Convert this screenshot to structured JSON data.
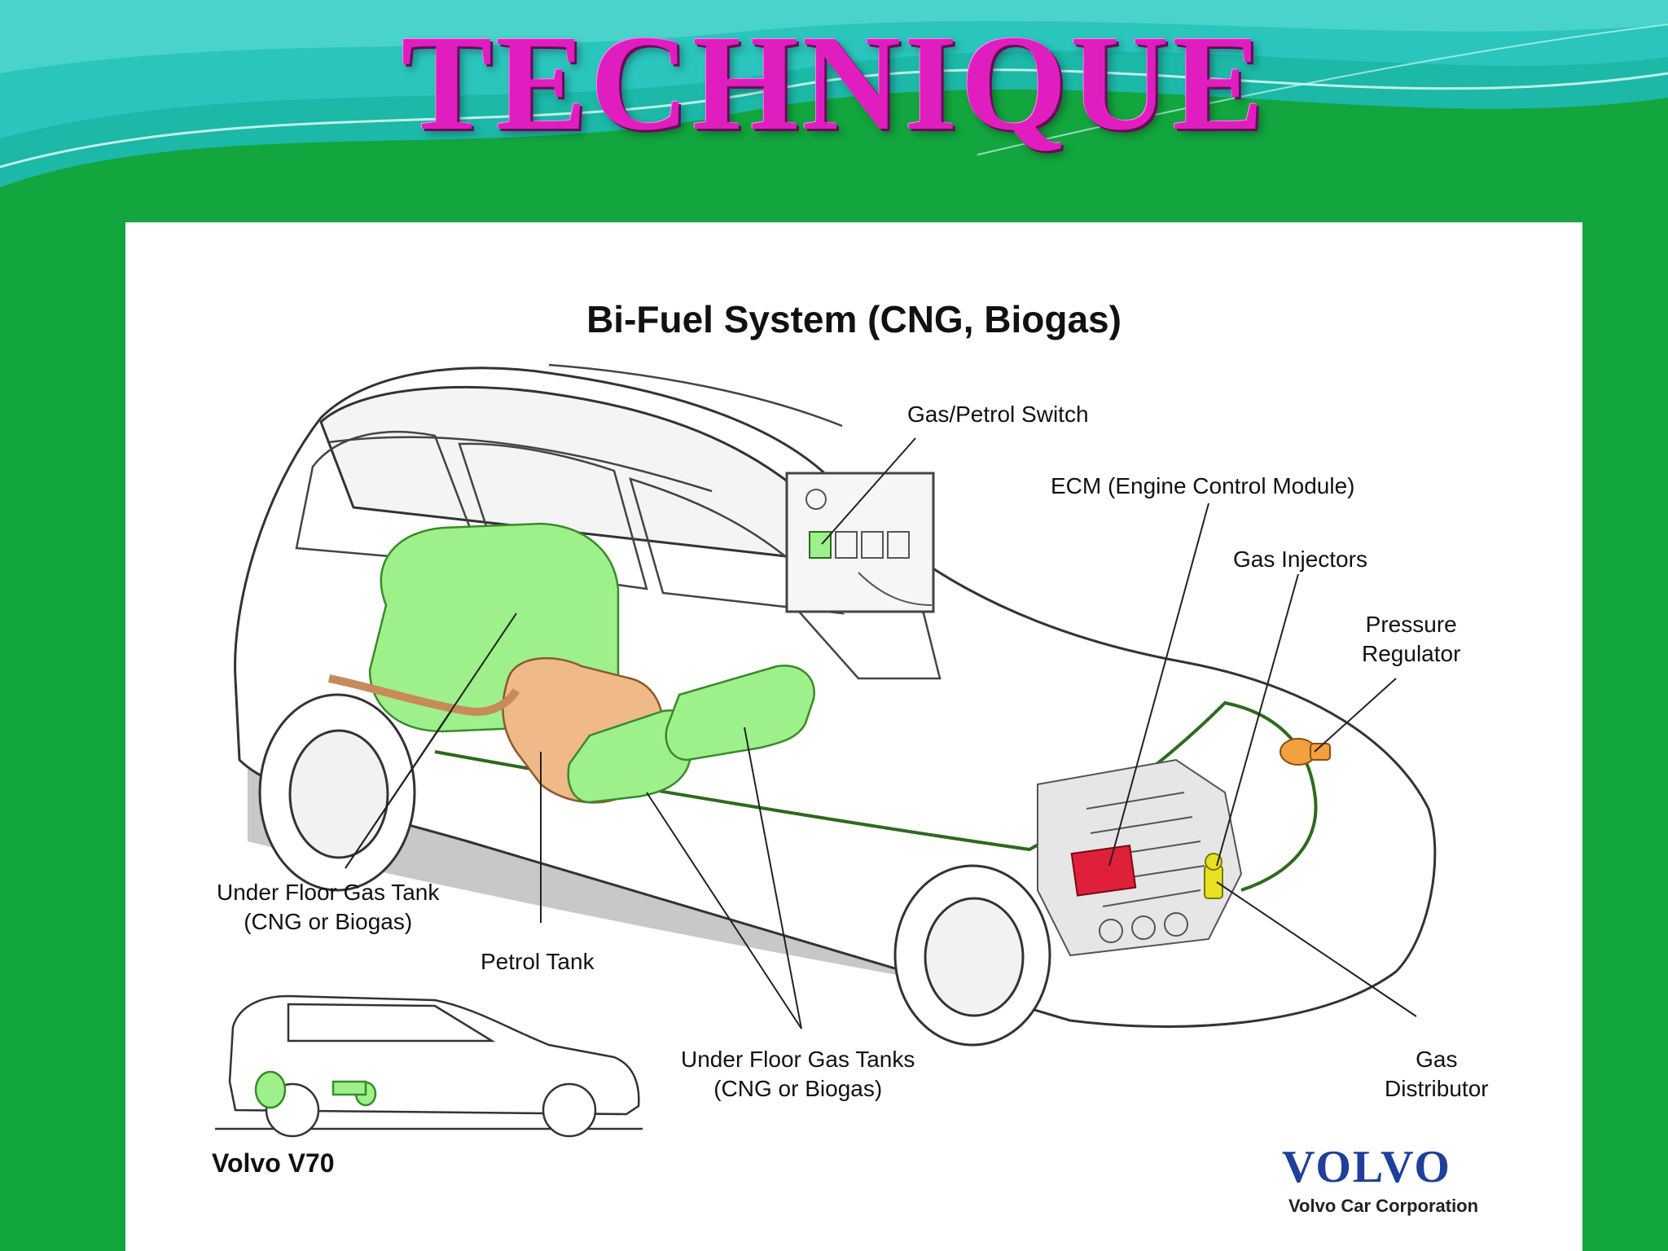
{
  "slide": {
    "title": "TECHNIQUE"
  },
  "diagram": {
    "title": "Bi-Fuel System (CNG, Biogas)",
    "labels": {
      "gas_petrol_switch": "Gas/Petrol Switch",
      "ecm": "ECM (Engine Control Module)",
      "gas_injectors": "Gas Injectors",
      "pressure_regulator_line1": "Pressure",
      "pressure_regulator_line2": "Regulator",
      "under_floor_tank_line1": "Under Floor Gas Tank",
      "under_floor_tank_line2": "(CNG or Biogas)",
      "petrol_tank": "Petrol Tank",
      "under_floor_tanks_line1": "Under Floor Gas Tanks",
      "under_floor_tanks_line2": "(CNG or Biogas)",
      "gas_distributor_line1": "Gas",
      "gas_distributor_line2": "Distributor"
    },
    "model": "Volvo V70",
    "brand": {
      "logo_text": "VOLVO",
      "corporation": "Volvo Car Corporation"
    }
  },
  "colors": {
    "background_green": "#13a53e",
    "title_magenta": "#e01ec0",
    "gas_component_green": "#9ef08a",
    "petrol_component_tan": "#f0b98a",
    "ecm_red": "#e0203a",
    "distributor_yellow": "#e8e020",
    "volvo_blue": "#1f3f9a"
  }
}
